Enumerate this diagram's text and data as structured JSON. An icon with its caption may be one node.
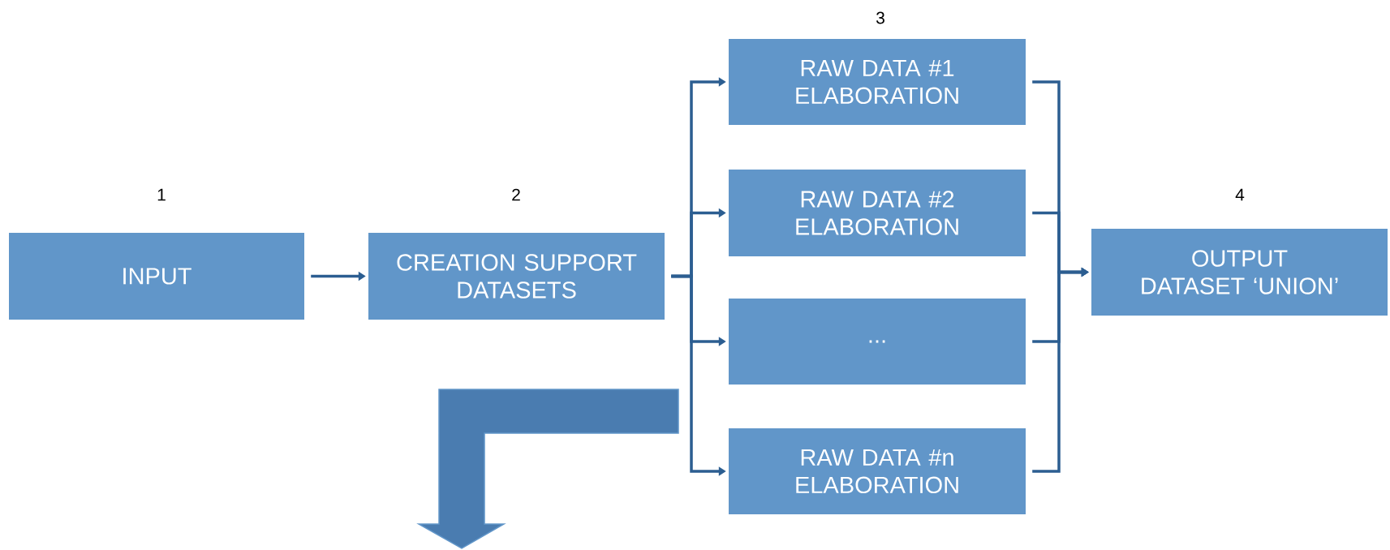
{
  "diagram": {
    "nodes": [
      {
        "text": [
          "INPUT"
        ]
      },
      {
        "text": [
          "CREATION SUPPORT DATASETS"
        ]
      },
      {
        "text": [
          "RAW DATA #1 ELABORATION"
        ]
      },
      {
        "text": [
          "RAW DATA #2 ELABORATION"
        ]
      },
      {
        "text": [
          "..."
        ]
      },
      {
        "text": [
          "RAW DATA #n ELABORATION"
        ]
      },
      {
        "text": [
          "OUTPUT DATASET ‘UNION’"
        ]
      }
    ],
    "edges": [
      {
        "from": 0,
        "to": 1,
        "arrow": "to"
      },
      {
        "from": 1,
        "to": 2,
        "arrow": "to"
      },
      {
        "from": 1,
        "to": 3,
        "arrow": "to"
      },
      {
        "from": 1,
        "to": 4,
        "arrow": "to"
      },
      {
        "from": 1,
        "to": 5,
        "arrow": "to"
      },
      {
        "from": 2,
        "to": 6,
        "arrow": "to"
      },
      {
        "from": 3,
        "to": 6,
        "arrow": "to"
      },
      {
        "from": 4,
        "to": 6,
        "arrow": "to"
      },
      {
        "from": 5,
        "to": 6,
        "arrow": "to"
      }
    ],
    "labels": [
      "3",
      "1",
      "2",
      "4"
    ]
  }
}
